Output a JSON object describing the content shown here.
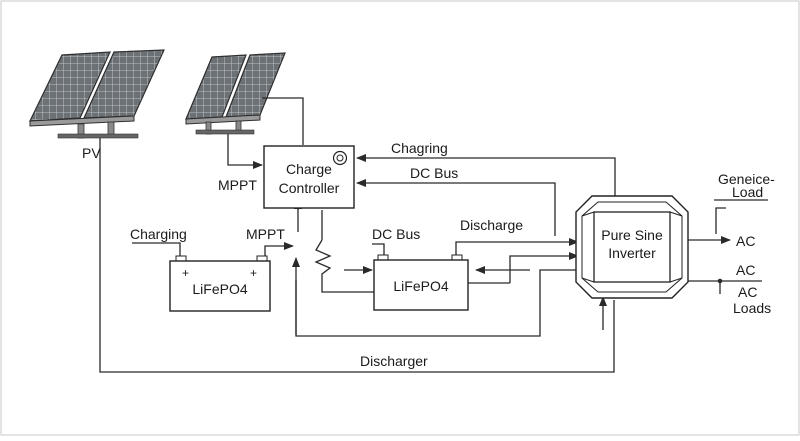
{
  "labels": {
    "pv": "PV",
    "mppt_top": "MPPT",
    "charge_controller_line1": "Charge",
    "charge_controller_line2": "Controller",
    "chagring": "Chagring",
    "dc_bus_top": "DC Bus",
    "charging": "Charging",
    "mppt_mid": "MPPT",
    "lifepo4_left": "LiFePO4",
    "dc_bus_mid": "DC Bus",
    "discharge": "Discharge",
    "lifepo4_right": "LiFePO4",
    "inverter_line1": "Pure Sine",
    "inverter_line2": "Inverter",
    "geneice_line1": "Geneice-",
    "geneice_line2": "Load",
    "ac_1": "AC",
    "ac_2": "AC",
    "ac_loads_line1": "AC",
    "ac_loads_line2": "Loads",
    "discharger": "Discharger"
  },
  "colors": {
    "line": "#2a2a2a",
    "panel_cell": "#5e6468",
    "panel_frame": "#3a3a3a",
    "background": "#ffffff"
  }
}
